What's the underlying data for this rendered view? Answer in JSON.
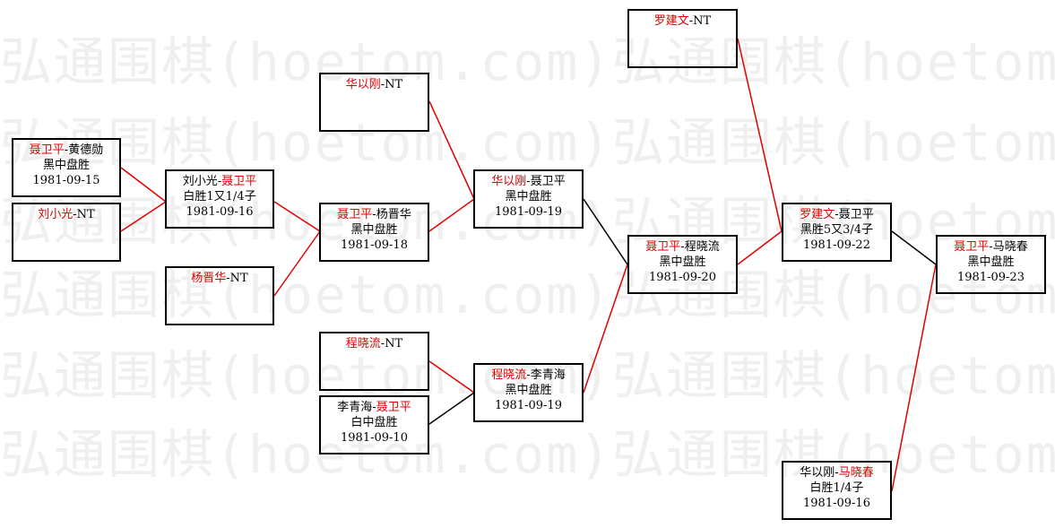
{
  "watermark": "弘通围棋(hoetom.com)弘通围棋(hoetom.com)",
  "colors": {
    "winner": "#e00000",
    "line_red": "#e00000",
    "line_black": "#000000"
  },
  "boxes": {
    "r1a": {
      "p1": "聂卫平",
      "sep": "-",
      "p2": "黄德勋",
      "result": "黑中盘胜",
      "date": "1981-09-15"
    },
    "r1b": {
      "p1": "刘小光",
      "sep": "-NT"
    },
    "r2a": {
      "p1": "刘小光",
      "sep": "-",
      "p2": "聂卫平",
      "result": "白胜1又1/4子",
      "date": "1981-09-16"
    },
    "r2b": {
      "p1": "杨晋华",
      "sep": "-NT"
    },
    "r3a": {
      "p1": "华以刚",
      "sep": "-NT"
    },
    "r3b": {
      "p1": "聂卫平",
      "sep": "-",
      "p2": "杨晋华",
      "result": "黑中盘胜",
      "date": "1981-09-18"
    },
    "r3c": {
      "p1": "程晓流",
      "sep": "-NT"
    },
    "r3d": {
      "p1": "李青海",
      "sep": "-",
      "p2": "聂卫平",
      "result": "白中盘胜",
      "date": "1981-09-10"
    },
    "r4a": {
      "p1": "华以刚",
      "sep": "-",
      "p2": "聂卫平",
      "result": "黑中盘胜",
      "date": "1981-09-19"
    },
    "r4b": {
      "p1": "程晓流",
      "sep": "-",
      "p2": "李青海",
      "result": "黑中盘胜",
      "date": "1981-09-19"
    },
    "r5": {
      "p1": "聂卫平",
      "sep": "-",
      "p2": "程晓流",
      "result": "黑中盘胜",
      "date": "1981-09-20"
    },
    "r6a": {
      "p1": "罗建文",
      "sep": "-NT"
    },
    "r6b": {
      "p1": "罗建文",
      "sep": "-",
      "p2": "聂卫平",
      "result": "黑胜5又3/4子",
      "date": "1981-09-22"
    },
    "r6c": {
      "p1": "华以刚",
      "sep": "-",
      "p2": "马晓春",
      "result": "白胜1/4子",
      "date": "1981-09-16"
    },
    "final": {
      "p1": "聂卫平",
      "sep": "-",
      "p2": "马晓春",
      "result": "黑中盘胜",
      "date": "1981-09-23"
    }
  }
}
